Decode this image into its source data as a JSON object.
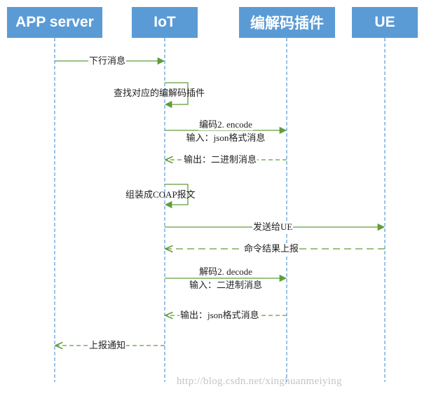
{
  "participants": [
    {
      "id": "app",
      "label": "APP server"
    },
    {
      "id": "iot",
      "label": "IoT"
    },
    {
      "id": "plugin",
      "label": "编解码插件"
    },
    {
      "id": "ue",
      "label": "UE"
    }
  ],
  "messages": [
    {
      "id": "m1",
      "label": "下行消息"
    },
    {
      "id": "m2",
      "label": "查找对应的编解码插件"
    },
    {
      "id": "m3",
      "line1": "编码2. encode",
      "line2": "输入：json格式消息"
    },
    {
      "id": "m4",
      "label": "输出：二进制消息"
    },
    {
      "id": "m5",
      "label": "组装成COAP报文"
    },
    {
      "id": "m6",
      "label": "发送给UE"
    },
    {
      "id": "m7",
      "label": "命令结果上报"
    },
    {
      "id": "m8",
      "line1": "解码2. decode",
      "line2": "输入：二进制消息"
    },
    {
      "id": "m9",
      "label": "输出：json格式消息"
    },
    {
      "id": "m10",
      "label": "上报通知"
    }
  ],
  "watermark": "http://blog.csdn.net/xinghuanmeiying",
  "colors": {
    "participant": "#5b9bd5",
    "lifeline": "#5b9bd5",
    "arrow": "#5f9e3b"
  }
}
